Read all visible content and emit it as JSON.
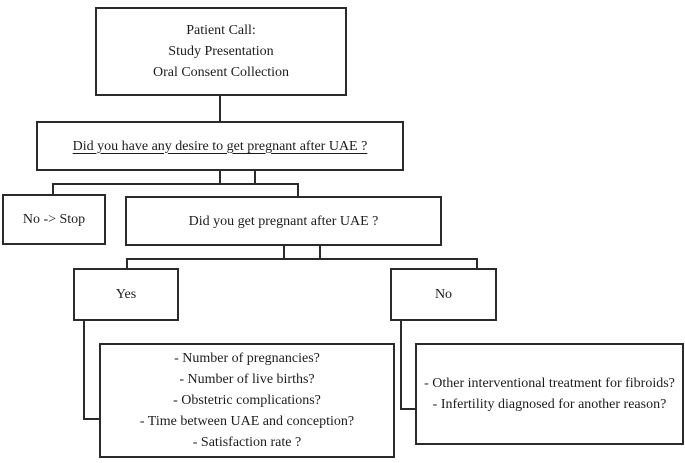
{
  "diagram": {
    "title": "Study flowchart: pregnancy after UAE patient call",
    "colors": {
      "background": "#ffffff",
      "line": "#2b2b2b",
      "text": "#1c1c1c"
    },
    "nodes": {
      "patient_call": {
        "lines": [
          "Patient Call:",
          "Study Presentation",
          "Oral Consent Collection"
        ]
      },
      "desire_question": {
        "label": "Did you have any desire to get pregnant after UAE ?",
        "underlined": true
      },
      "no_stop": {
        "label": "No -> Stop"
      },
      "pregnant_question": {
        "label": "Did you get pregnant after UAE ?"
      },
      "yes_branch": {
        "label": "Yes"
      },
      "no_branch": {
        "label": "No"
      },
      "yes_details": {
        "lines": [
          "- Number of pregnancies?",
          "- Number of live births?",
          "- Obstetric complications?",
          "- Time between UAE and conception?",
          "- Satisfaction rate ?"
        ]
      },
      "no_details": {
        "lines": [
          "- Other interventional treatment for fibroids?",
          "- Infertility diagnosed for another reason?"
        ]
      }
    }
  }
}
